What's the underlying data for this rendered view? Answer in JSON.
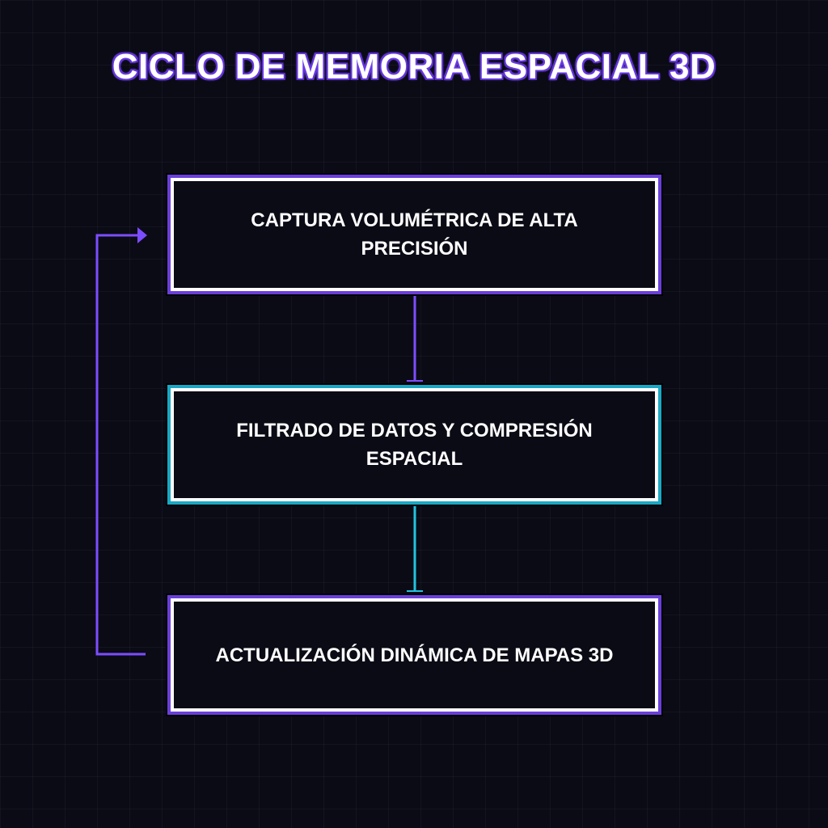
{
  "diagram": {
    "title": "CICLO DE MEMORIA ESPACIAL 3D",
    "steps": [
      {
        "label": "CAPTURA VOLUMÉTRICA DE ALTA PRECISIÓN"
      },
      {
        "label": "FILTRADO DE DATOS Y COMPRESIÓN ESPACIAL"
      },
      {
        "label": "ACTUALIZACIÓN DINÁMICA DE MAPAS 3D"
      }
    ],
    "colors": {
      "background": "#0b0b16",
      "purple_accent": "#7c4dff",
      "cyan_accent": "#22c3e0",
      "box_border": "#ffffff"
    }
  }
}
